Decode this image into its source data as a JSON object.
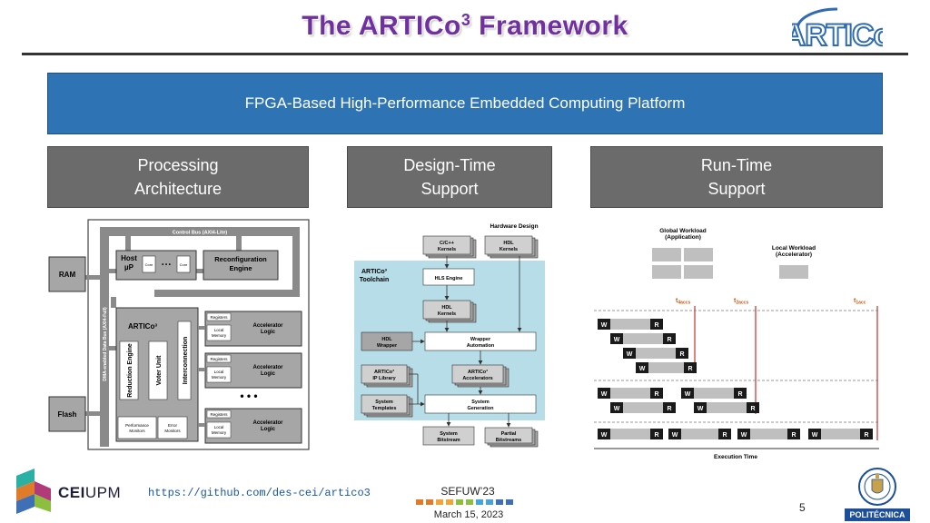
{
  "slide": {
    "title_main": "The ARTICo",
    "title_sup": "3",
    "title_end": " Framework",
    "banner": "FPGA-Based High-Performance Embedded Computing Platform",
    "pillars": {
      "processing_line1": "Processing",
      "processing_line2": "Architecture",
      "design_line1": "Design-Time",
      "design_line2": "Support",
      "runtime_line1": "Run-Time",
      "runtime_line2": "Support"
    }
  },
  "arch": {
    "control_bus": "Control Bus (AXI4-Lite)",
    "data_bus": "DMA-enabled Data Bus (AXI4-Full)",
    "ram": "RAM",
    "flash": "Flash",
    "host_line1": "Host",
    "host_line2": "µP",
    "core": "Core",
    "dots": "• • •",
    "reconf_line1": "Reconfiguration",
    "reconf_line2": "Engine",
    "artico_label": "ARTICo³",
    "reduction": "Reduction Engine",
    "voter": "Voter Unit",
    "interconnection": "Interconnection",
    "registers": "Registers",
    "local_line1": "Local",
    "local_line2": "Memory",
    "acc_line1": "Accelerator",
    "acc_line2": "Logic",
    "big_dots": "• • •",
    "perf_line1": "Performance",
    "perf_line2": "Monitors",
    "err_line1": "Error",
    "err_line2": "Monitors"
  },
  "toolchain": {
    "hardware_design": "Hardware Design",
    "cc_line1": "C/C++",
    "cc_line2": "Kernels",
    "hdl_line1": "HDL",
    "hdl_line2": "Kernels",
    "toolchain_line1": "ARTICo³",
    "toolchain_line2": "Toolchain",
    "hls_engine": "HLS Engine",
    "hdl_wrapper_line1": "HDL",
    "hdl_wrapper_line2": "Wrapper",
    "wrapper_line1": "Wrapper",
    "wrapper_line2": "Automation",
    "iplib_line1": "ARTICo³",
    "iplib_line2": "IP Library",
    "accs_line1": "ARTICo³",
    "accs_line2": "Accelerators",
    "templates_line1": "System",
    "templates_line2": "Templates",
    "sysgen_line1": "System",
    "sysgen_line2": "Generation",
    "bitstream_line1": "System",
    "bitstream_line2": "Bitstream",
    "partial_line1": "Partial",
    "partial_line2": "Bitstreams"
  },
  "runtime": {
    "global_line1": "Global Workload",
    "global_line2": "(Application)",
    "local_line1": "Local Workload",
    "local_line2": "(Accelerator)",
    "t_label": "t",
    "t4_sub": "4accs",
    "t2_sub": "2accs",
    "t1_sub": "1acc",
    "w": "W",
    "r": "R",
    "exec_time": "Execution Time"
  },
  "footer": {
    "link": "https://github.com/des-cei/artico3",
    "conference": "SEFUW’23",
    "date": "March 15, 2023",
    "page": "5",
    "cei_bold": "CEI",
    "cei_light": "UPM",
    "upm_label": "POLITÉCNICA",
    "artico_logo": "ARTICo",
    "square_colors": [
      "#e07b2a",
      "#e07b2a",
      "#f2a33a",
      "#f2a33a",
      "#8cbf3f",
      "#8cbf3f",
      "#4aa3d8",
      "#4aa3d8",
      "#3f6fb5",
      "#3f6fb5"
    ]
  }
}
